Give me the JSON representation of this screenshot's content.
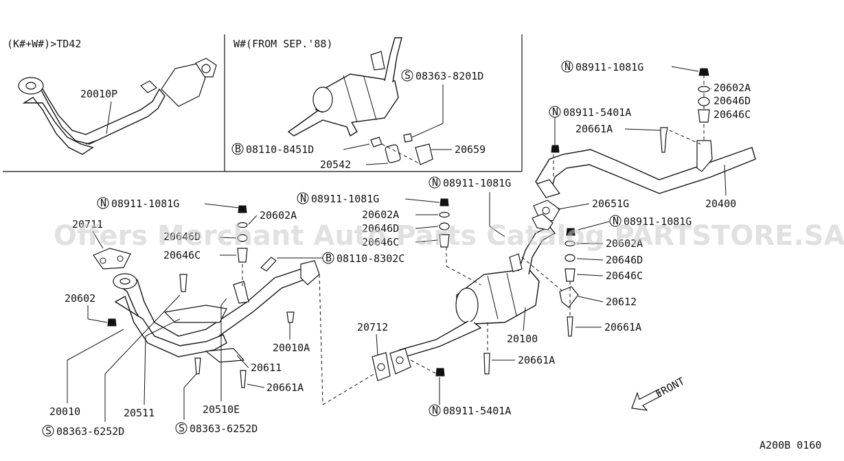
{
  "headers": {
    "left_box": "(K#+W#)>TD42",
    "right_box": "W#(FROM SEP.'88)"
  },
  "labels": {
    "p20010P": "20010P",
    "p08363_8201D": "08363-8201D",
    "p08110_8451D": "08110-8451D",
    "p20659": "20659",
    "p20542": "20542",
    "p08911_1081G_top": "08911-1081G",
    "p20602A_r": "20602A",
    "p20646D_r": "20646D",
    "p20646C_r": "20646C",
    "p08911_5401A_top": "08911-5401A",
    "p20661A_top": "20661A",
    "p08911_1081G_mid": "08911-1081G",
    "p08911_1081G_ml": "08911-1081G",
    "p08911_1081G_l": "08911-1081G",
    "p20602A_l": "20602A",
    "p20711": "20711",
    "p20646D_l": "20646D",
    "p20646C_l": "20646C",
    "p20602A_m": "20602A",
    "p20646D_m": "20646D",
    "p20646C_m": "20646C",
    "p08110_8302C": "08110-8302C",
    "p20651G": "20651G",
    "p20400": "20400",
    "p08911_1081G_r": "08911-1081G",
    "p20602A_rr": "20602A",
    "p20646D_rr": "20646D",
    "p20646C_rr": "20646C",
    "p20612": "20612",
    "p20661A_rr": "20661A",
    "p20602": "20602",
    "p20010A": "20010A",
    "p20712": "20712",
    "p20100": "20100",
    "p20611": "20611",
    "p20661A_c": "20661A",
    "p20661A_l": "20661A",
    "p20010": "20010",
    "p20511": "20511",
    "p20510E": "20510E",
    "p08363_6252D_a": "08363-6252D",
    "p08363_6252D_b": "08363-6252D",
    "p08911_5401A_bot": "08911-5401A",
    "front": "FRONT",
    "code": "A200B 0160"
  },
  "prefixes": {
    "N": "N",
    "S": "S",
    "B": "B"
  },
  "watermark": "Offers Merchant Auto Parts Catalog PARTSTORE.SA"
}
